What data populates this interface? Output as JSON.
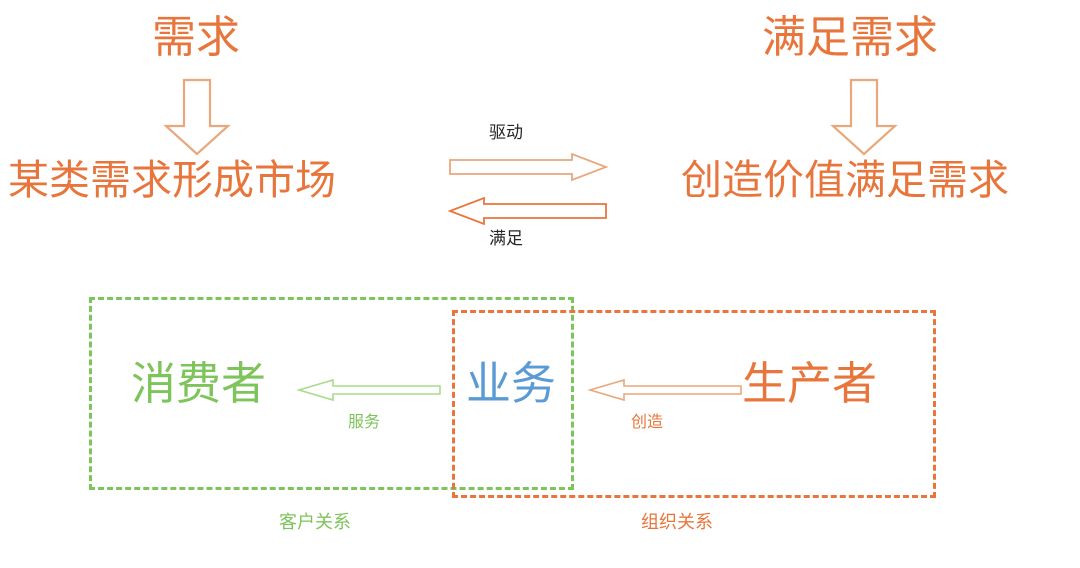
{
  "diagram": {
    "title_text_color": "#E8763C",
    "green": "#7DC45A",
    "orange": "#E8763C",
    "blue": "#5B9BD5",
    "dark": "#262626",
    "top": {
      "left_heading": "需求",
      "left_node": "某类需求形成市场",
      "right_heading": "满足需求",
      "right_node": "创造价值满足需求",
      "arrow_forward_label": "驱动",
      "arrow_back_label": "满足"
    },
    "bottom": {
      "consumer": "消费者",
      "business": "业务",
      "producer": "生产者",
      "service_label": "服务",
      "create_label": "创造",
      "customer_relation_label": "客户关系",
      "org_relation_label": "组织关系"
    }
  }
}
